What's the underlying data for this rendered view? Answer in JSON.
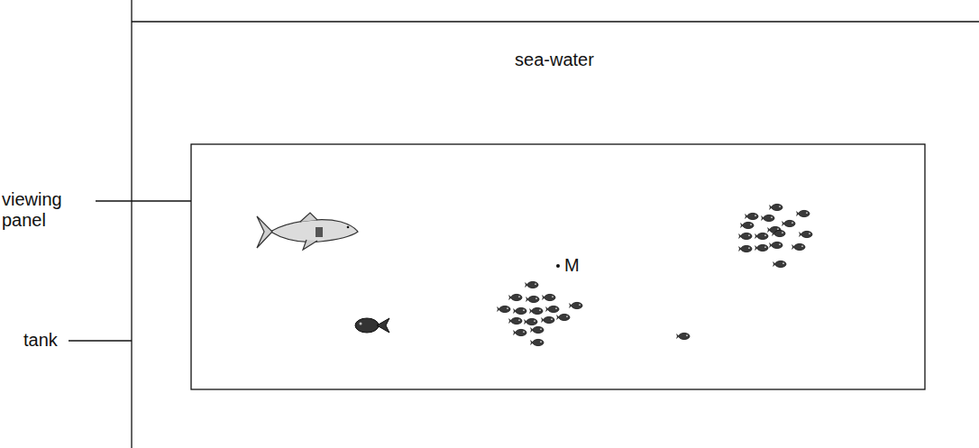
{
  "diagram": {
    "labels": [
      "sea-water",
      "viewing panel",
      "tank",
      "M"
    ]
  }
}
